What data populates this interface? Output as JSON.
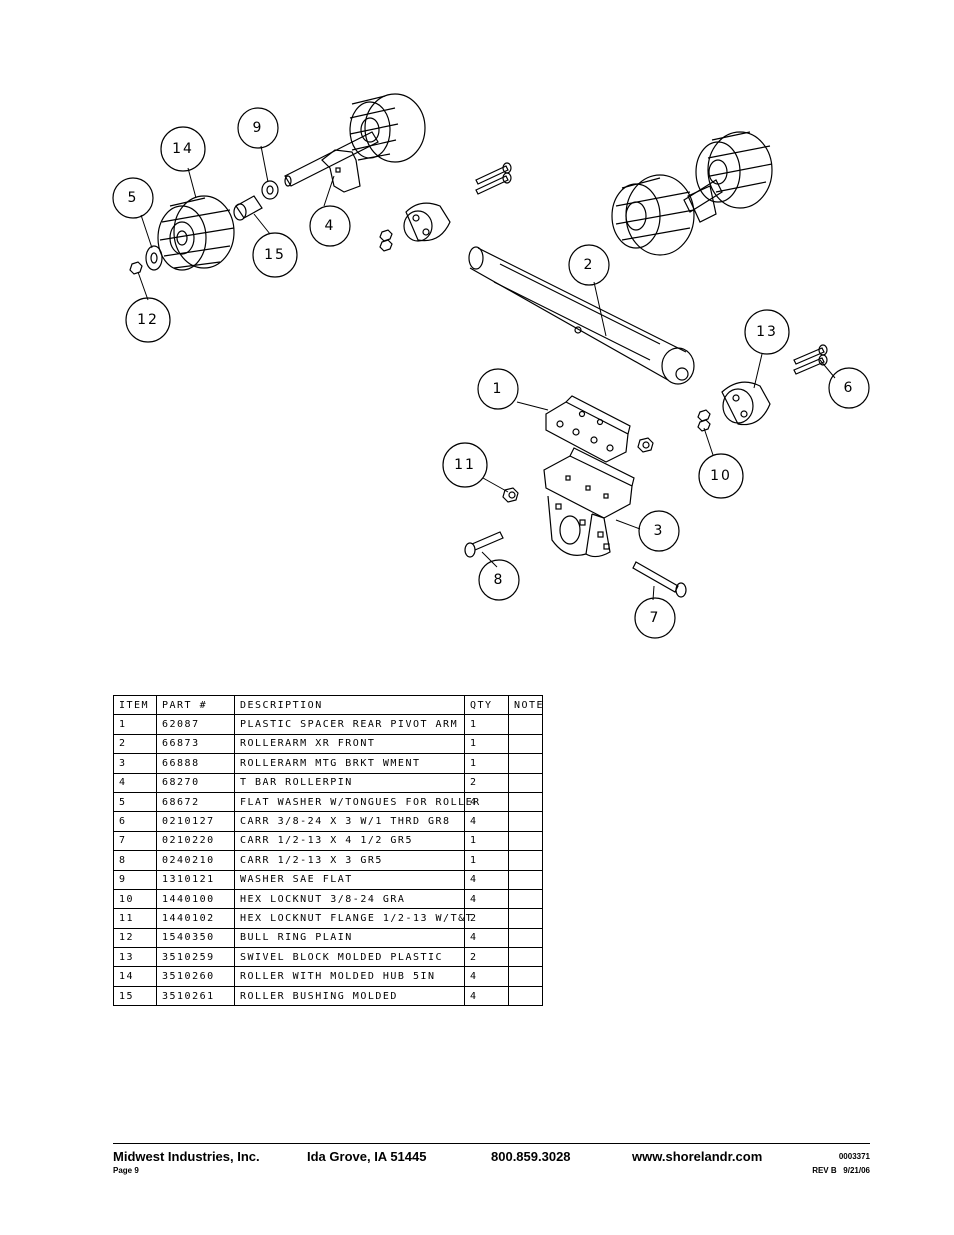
{
  "callouts": [
    {
      "id": "callout-1",
      "label": "1"
    },
    {
      "id": "callout-2",
      "label": "2"
    },
    {
      "id": "callout-3",
      "label": "3"
    },
    {
      "id": "callout-4",
      "label": "4"
    },
    {
      "id": "callout-5",
      "label": "5"
    },
    {
      "id": "callout-6",
      "label": "6"
    },
    {
      "id": "callout-7",
      "label": "7"
    },
    {
      "id": "callout-8",
      "label": "8"
    },
    {
      "id": "callout-9",
      "label": "9"
    },
    {
      "id": "callout-10",
      "label": "10"
    },
    {
      "id": "callout-11",
      "label": "11"
    },
    {
      "id": "callout-12",
      "label": "12"
    },
    {
      "id": "callout-13",
      "label": "13"
    },
    {
      "id": "callout-14",
      "label": "14"
    },
    {
      "id": "callout-15",
      "label": "15"
    }
  ],
  "table": {
    "headers": [
      "ITEM",
      "PART #",
      "DESCRIPTION",
      "QTY",
      "NOTE"
    ],
    "rows": [
      [
        "1",
        "62087",
        "PLASTIC SPACER REAR PIVOT ARM",
        "1",
        ""
      ],
      [
        "2",
        "66873",
        "ROLLERARM XR FRONT",
        "1",
        ""
      ],
      [
        "3",
        "66888",
        "ROLLERARM MTG BRKT WMENT",
        "1",
        ""
      ],
      [
        "4",
        "68270",
        "T BAR ROLLERPIN",
        "2",
        ""
      ],
      [
        "5",
        "68672",
        "FLAT WASHER W/TONGUES FOR ROLLER",
        "4",
        ""
      ],
      [
        "6",
        "0210127",
        "CARR 3/8-24 X 3 W/1 THRD GR8",
        "4",
        ""
      ],
      [
        "7",
        "0210220",
        "CARR 1/2-13 X 4 1/2 GR5",
        "1",
        ""
      ],
      [
        "8",
        "0240210",
        "CARR 1/2-13 X 3 GR5",
        "1",
        ""
      ],
      [
        "9",
        "1310121",
        "WASHER SAE FLAT",
        "4",
        ""
      ],
      [
        "10",
        "1440100",
        "HEX LOCKNUT 3/8-24 GRA",
        "4",
        ""
      ],
      [
        "11",
        "1440102",
        "HEX LOCKNUT FLANGE 1/2-13 W/T&T",
        "2",
        ""
      ],
      [
        "12",
        "1540350",
        "BULL RING PLAIN",
        "4",
        ""
      ],
      [
        "13",
        "3510259",
        "SWIVEL BLOCK MOLDED PLASTIC",
        "2",
        ""
      ],
      [
        "14",
        "3510260",
        "ROLLER WITH MOLDED HUB  5IN",
        "4",
        ""
      ],
      [
        "15",
        "3510261",
        "ROLLER BUSHING MOLDED",
        "4",
        ""
      ]
    ]
  },
  "footer": {
    "company": "Midwest Industries, Inc.",
    "city": "Ida Grove, IA  51445",
    "phone": "800.859.3028",
    "website": "www.shorelandr.com",
    "doc_number": "0003371",
    "page": "Page 9",
    "revision": "REV B   9/21/06"
  }
}
